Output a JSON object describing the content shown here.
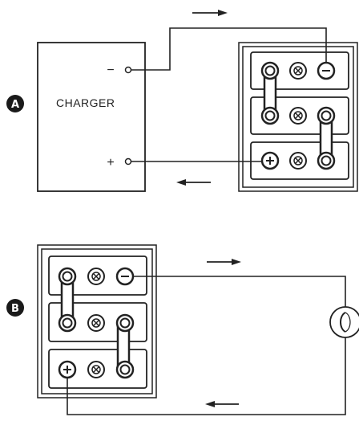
{
  "panel_a": {
    "badge": "A",
    "charger_label": "CHARGER",
    "minus_symbol": "−",
    "plus_symbol": "+"
  },
  "panel_b": {
    "badge": "B"
  },
  "icons": {
    "arrow": "arrow-icon",
    "lamp": "lamp-icon",
    "cell": "battery-cell-icon",
    "terminal_neg": "negative-terminal-icon",
    "terminal_pos": "positive-terminal-icon"
  },
  "colors": {
    "ink": "#222222",
    "background": "#ffffff"
  }
}
